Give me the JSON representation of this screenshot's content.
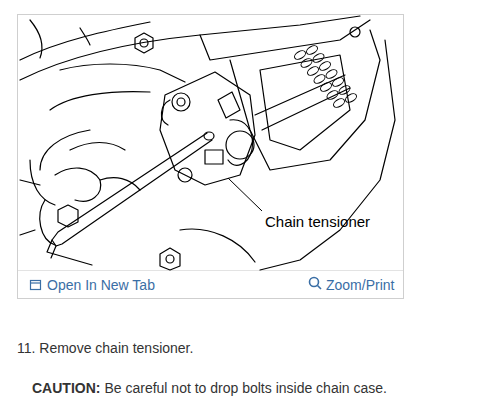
{
  "diagram": {
    "labels": [
      "Chain tensioner",
      "Open In New Tab",
      "Zoom/Print",
      "11. Remove chain tensioner.",
      "CAUTION:",
      "Be careful not to drop bolts inside chain case."
    ]
  }
}
